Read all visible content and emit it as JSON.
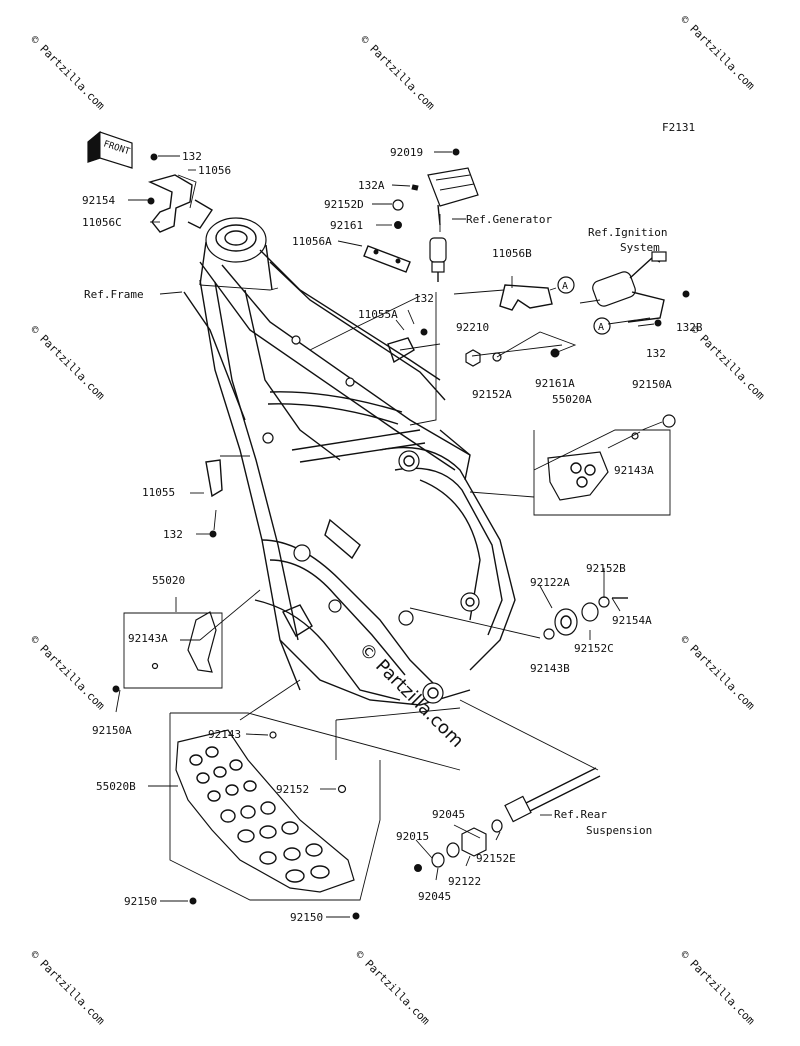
{
  "diagram_code": "F2131",
  "front_label": "FRONT",
  "connector_marker": "A",
  "watermark": "© Partzilla.com",
  "watermark_center": "© Partzilla.com",
  "labels": {
    "p132_top": "132",
    "p11056": "11056",
    "p92154": "92154",
    "p11056C": "11056C",
    "ref_frame": "Ref.Frame",
    "p92019": "92019",
    "p132A": "132A",
    "ref_generator": "Ref.Generator",
    "p92152D": "92152D",
    "p92161": "92161",
    "p11056A": "11056A",
    "ref_ignition_1": "Ref.Ignition",
    "ref_ignition_2": "System",
    "p11056B": "11056B",
    "p132_mid": "132",
    "p11055A": "11055A",
    "p132B": "132B",
    "p132_right": "132",
    "p92210": "92210",
    "p92152A": "92152A",
    "p92161A": "92161A",
    "p92150A_right": "92150A",
    "p55020A": "55020A",
    "p92143A_right": "92143A",
    "p11055": "11055",
    "p132_left": "132",
    "p92152B": "92152B",
    "p92122A": "92122A",
    "p92154A": "92154A",
    "p55020": "55020",
    "p92152C": "92152C",
    "p92143A_left": "92143A",
    "p92143B": "92143B",
    "p92150A_left": "92150A",
    "p92143": "92143",
    "p55020B": "55020B",
    "p92152": "92152",
    "ref_rear_1": "Ref.Rear",
    "ref_rear_2": "Suspension",
    "p92045_top": "92045",
    "p92015": "92015",
    "p92152E": "92152E",
    "p92122": "92122",
    "p92045_bottom": "92045",
    "p92150_left": "92150",
    "p92150_bottom": "92150"
  }
}
